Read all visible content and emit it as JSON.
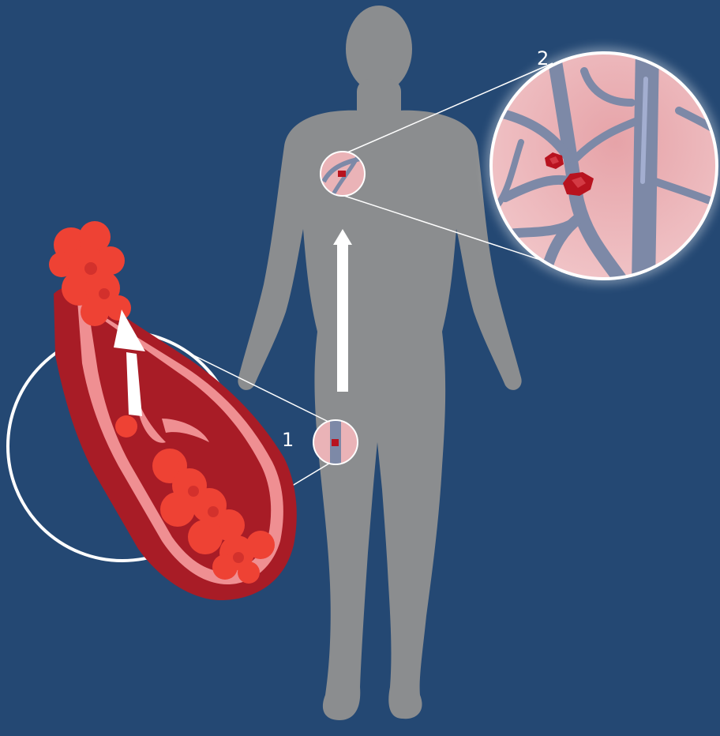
{
  "callouts": {
    "step_1": "1",
    "step_2": "2"
  },
  "colors": {
    "background": "#244873",
    "body_silhouette": "#8b8d8f",
    "vessel_wall": "#a81c26",
    "vessel_lining": "#ef8f92",
    "clot": "#ee4234",
    "lung_tissue": "#eab3b7",
    "lung_vessels": "#7d89a7",
    "arrow": "#ffffff"
  },
  "icons": {
    "flow_arrow": "up-arrow",
    "clot": "blood-clot"
  }
}
